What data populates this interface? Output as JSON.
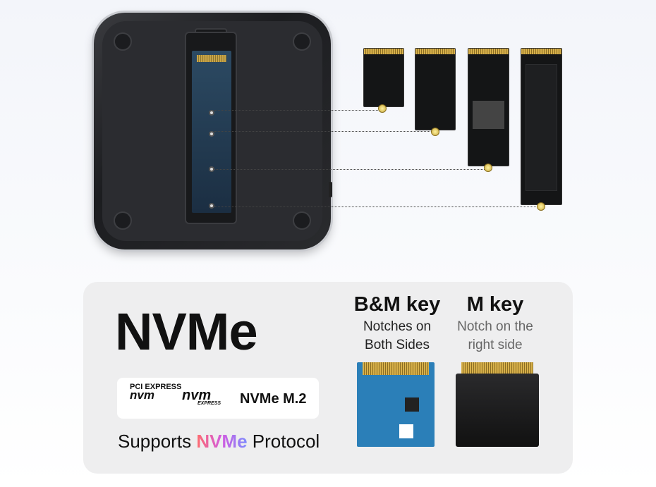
{
  "card": {
    "title": "NVMe",
    "logos": {
      "pci_express": "PCI EXPRESS",
      "nvm_express": "nvm EXPRESS",
      "nvm_label": "nvm",
      "express_label": "EXPRESS",
      "nvme_m2": "NVMe M.2"
    },
    "supports": {
      "prefix": "Supports",
      "highlight": "NVMe",
      "suffix": "Protocol"
    },
    "keys": [
      {
        "title": "B&M key",
        "desc_line1": "Notches on",
        "desc_line2": "Both Sides"
      },
      {
        "title": "M key",
        "desc_line1": "Notch on the",
        "desc_line2": "right side"
      }
    ]
  },
  "colors": {
    "accent_gradient": [
      "#ff6b6b",
      "#d25ce0",
      "#7a8cff"
    ],
    "card_bg": "#eeeeef"
  }
}
